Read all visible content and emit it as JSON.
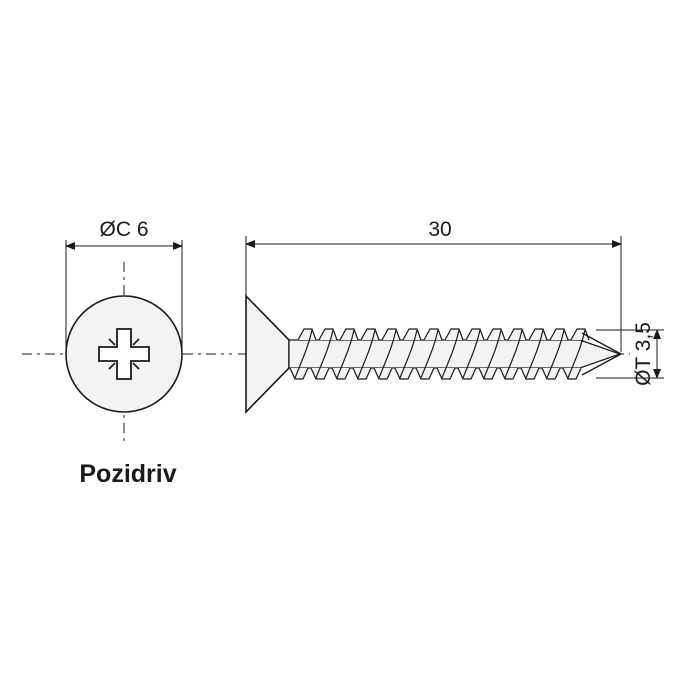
{
  "head_view": {
    "diameter_label": "ØC 6",
    "drive_type": "Pozidriv"
  },
  "side_view": {
    "length_label": "30",
    "thread_diameter_label": "ØT 3,5"
  },
  "colors": {
    "line": "#1a1a1a",
    "head_fill": "#f3f3f3",
    "background": "#ffffff"
  }
}
